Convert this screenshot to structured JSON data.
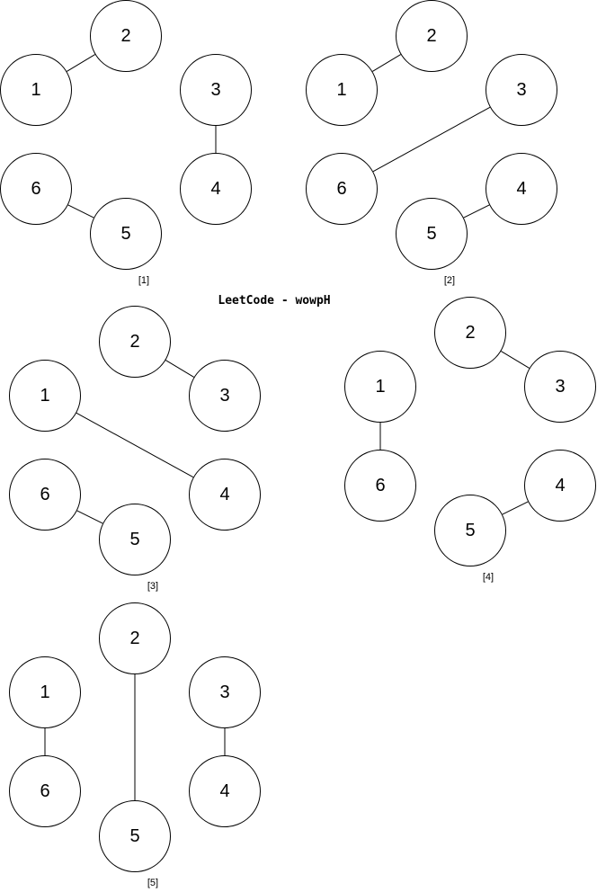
{
  "watermark": "LeetCode - wowpH",
  "colors": {
    "stroke": "#000000",
    "fill": "#ffffff",
    "text": "#000000"
  },
  "panels": [
    {
      "caption": "[1]",
      "nodes": [
        "1",
        "2",
        "3",
        "4",
        "5",
        "6"
      ],
      "edges": [
        [
          "1",
          "2"
        ],
        [
          "3",
          "4"
        ],
        [
          "6",
          "5"
        ]
      ]
    },
    {
      "caption": "[2]",
      "nodes": [
        "1",
        "2",
        "3",
        "4",
        "5",
        "6"
      ],
      "edges": [
        [
          "1",
          "2"
        ],
        [
          "6",
          "3"
        ],
        [
          "5",
          "4"
        ]
      ]
    },
    {
      "caption": "[3]",
      "nodes": [
        "1",
        "2",
        "3",
        "4",
        "5",
        "6"
      ],
      "edges": [
        [
          "2",
          "3"
        ],
        [
          "1",
          "4"
        ],
        [
          "6",
          "5"
        ]
      ]
    },
    {
      "caption": "[4]",
      "nodes": [
        "1",
        "2",
        "3",
        "4",
        "5",
        "6"
      ],
      "edges": [
        [
          "2",
          "3"
        ],
        [
          "1",
          "6"
        ],
        [
          "5",
          "4"
        ]
      ]
    },
    {
      "caption": "[5]",
      "nodes": [
        "1",
        "2",
        "3",
        "4",
        "5",
        "6"
      ],
      "edges": [
        [
          "1",
          "6"
        ],
        [
          "2",
          "5"
        ],
        [
          "3",
          "4"
        ]
      ]
    }
  ]
}
